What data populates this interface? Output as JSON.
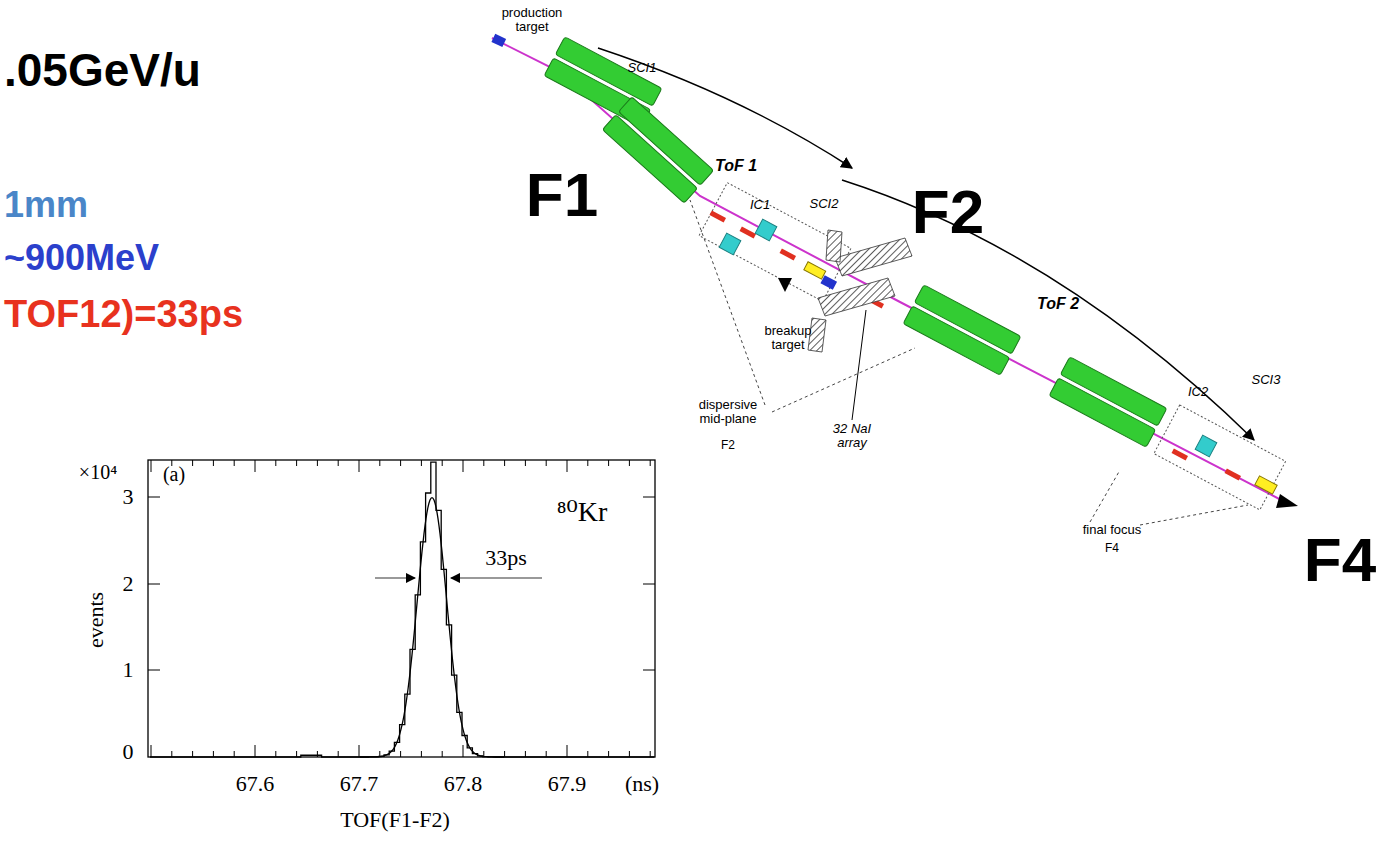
{
  "diagram": {
    "labels": [
      ".05GeV/u",
      "1mm",
      "~900MeV",
      "TOF12)=33ps",
      "F1",
      "F2",
      "F4",
      "production target",
      "SCI1",
      "ToF 1",
      "IC1",
      "SCI2",
      "breakup target",
      "dispersive mid-plane",
      "F2",
      "32 NaI array",
      "ToF 2",
      "IC2",
      "SCI3",
      "final focus",
      "F4",
      "×10⁴",
      "(a)",
      "3",
      "2",
      "1",
      "0",
      "events",
      "⁸⁰Kr",
      "33ps",
      "67.6",
      "67.7",
      "67.8",
      "67.9",
      "(ns)",
      "TOF(F1-F2)"
    ]
  }
}
